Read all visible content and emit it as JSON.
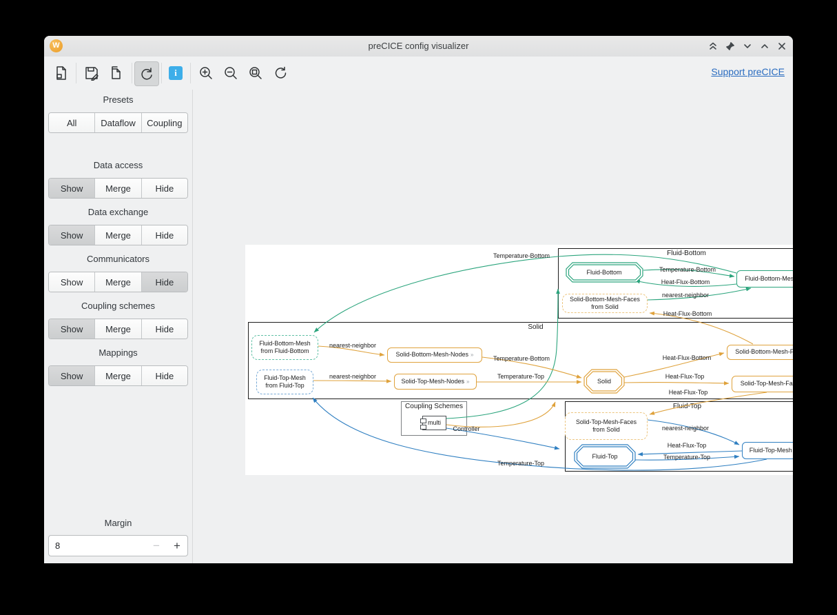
{
  "window": {
    "title": "preCICE config visualizer",
    "icon_letter": "W"
  },
  "toolbar": {
    "support_link": "Support preCICE",
    "info_glyph": "i"
  },
  "sidebar": {
    "presets": {
      "label": "Presets",
      "options": [
        "All",
        "Dataflow",
        "Coupling"
      ],
      "selected": null
    },
    "groups": [
      {
        "label": "Data access",
        "options": [
          "Show",
          "Merge",
          "Hide"
        ],
        "selected": "Show"
      },
      {
        "label": "Data exchange",
        "options": [
          "Show",
          "Merge",
          "Hide"
        ],
        "selected": "Show"
      },
      {
        "label": "Communicators",
        "options": [
          "Show",
          "Merge",
          "Hide"
        ],
        "selected": "Hide"
      },
      {
        "label": "Coupling schemes",
        "options": [
          "Show",
          "Merge",
          "Hide"
        ],
        "selected": "Show"
      },
      {
        "label": "Mappings",
        "options": [
          "Show",
          "Merge",
          "Hide"
        ],
        "selected": "Show"
      }
    ],
    "margin": {
      "label": "Margin",
      "value": "8",
      "decrement": "−",
      "increment": "+"
    }
  },
  "diagram": {
    "colors": {
      "fluid_bottom": "#2aa47c",
      "solid": "#dfa23c",
      "fluid_top": "#2f7fc1"
    },
    "mesh_marker": "»",
    "clusters": {
      "fluid_bottom": "Fluid-Bottom",
      "solid": "Solid",
      "coupling_schemes": "Coupling Schemes",
      "fluid_top": "Fluid-Top"
    },
    "nodes": {
      "fluid_bottom": {
        "label": "Fluid-Bottom",
        "type": "participant"
      },
      "fluid_bottom_mesh": {
        "label": "Fluid-Bottom-Mesh",
        "type": "mesh"
      },
      "solid_bottom_mesh_faces_from_solid": {
        "line1": "Solid-Bottom-Mesh-Faces",
        "line2": "from Solid",
        "type": "received-mesh"
      },
      "fluid_bottom_mesh_from_fluid_bottom": {
        "line1": "Fluid-Bottom-Mesh",
        "line2": "from Fluid-Bottom",
        "type": "received-mesh"
      },
      "fluid_top_mesh_from_fluid_top": {
        "line1": "Fluid-Top-Mesh",
        "line2": "from Fluid-Top",
        "type": "received-mesh"
      },
      "solid_bottom_mesh_nodes": {
        "label": "Solid-Bottom-Mesh-Nodes",
        "type": "mesh"
      },
      "solid_top_mesh_nodes": {
        "label": "Solid-Top-Mesh-Nodes",
        "type": "mesh"
      },
      "solid": {
        "label": "Solid",
        "type": "participant"
      },
      "solid_bottom_mesh_faces": {
        "label": "Solid-Bottom-Mesh-Faces",
        "type": "mesh"
      },
      "solid_top_mesh_faces": {
        "label": "Solid-Top-Mesh-Faces",
        "type": "mesh"
      },
      "solid_top_mesh_faces_from_solid": {
        "line1": "Solid-Top-Mesh-Faces",
        "line2": "from Solid",
        "type": "received-mesh"
      },
      "fluid_top": {
        "label": "Fluid-Top",
        "type": "participant"
      },
      "fluid_top_mesh": {
        "label": "Fluid-Top-Mesh",
        "type": "mesh"
      },
      "multi": {
        "label": "multi",
        "type": "coupling-scheme"
      }
    },
    "edges": [
      {
        "label": "Temperature-Bottom",
        "from": "Fluid-Bottom-Mesh",
        "to": "Fluid-Bottom-Mesh from Fluid-Bottom"
      },
      {
        "label": "Temperature-Bottom",
        "from": "Fluid-Bottom",
        "to": "Fluid-Bottom-Mesh"
      },
      {
        "label": "Heat-Flux-Bottom",
        "from": "Fluid-Bottom-Mesh",
        "to": "Fluid-Bottom"
      },
      {
        "label": "nearest-neighbor",
        "from": "Solid-Bottom-Mesh-Faces from Solid",
        "to": "Fluid-Bottom-Mesh"
      },
      {
        "label": "Heat-Flux-Bottom",
        "from": "Solid-Bottom-Mesh-Faces",
        "to": "Solid-Bottom-Mesh-Faces from Solid"
      },
      {
        "label": "nearest-neighbor",
        "from": "Fluid-Bottom-Mesh from Fluid-Bottom",
        "to": "Solid-Bottom-Mesh-Nodes"
      },
      {
        "label": "nearest-neighbor",
        "from": "Fluid-Top-Mesh from Fluid-Top",
        "to": "Solid-Top-Mesh-Nodes"
      },
      {
        "label": "Temperature-Bottom",
        "from": "Solid-Bottom-Mesh-Nodes",
        "to": "Solid"
      },
      {
        "label": "Temperature-Top",
        "from": "Solid-Top-Mesh-Nodes",
        "to": "Solid"
      },
      {
        "label": "Heat-Flux-Bottom",
        "from": "Solid",
        "to": "Solid-Bottom-Mesh-Faces"
      },
      {
        "label": "Heat-Flux-Top",
        "from": "Solid",
        "to": "Solid-Top-Mesh-Faces"
      },
      {
        "label": "Heat-Flux-Top",
        "from": "Solid-Top-Mesh-Faces",
        "to": "Solid-Top-Mesh-Faces from Solid"
      },
      {
        "label": "Controller",
        "from": "multi",
        "to": "Solid"
      },
      {
        "label": "nearest-neighbor",
        "from": "Solid-Top-Mesh-Faces from Solid",
        "to": "Fluid-Top-Mesh"
      },
      {
        "label": "Heat-Flux-Top",
        "from": "Fluid-Top-Mesh",
        "to": "Fluid-Top"
      },
      {
        "label": "Temperature-Top",
        "from": "Fluid-Top",
        "to": "Fluid-Top-Mesh"
      },
      {
        "label": "Temperature-Top",
        "from": "Fluid-Top-Mesh",
        "to": "Fluid-Top-Mesh from Fluid-Top"
      },
      {
        "label": "",
        "from": "multi",
        "to": "Fluid-Bottom"
      },
      {
        "label": "",
        "from": "multi",
        "to": "Fluid-Top"
      }
    ]
  }
}
